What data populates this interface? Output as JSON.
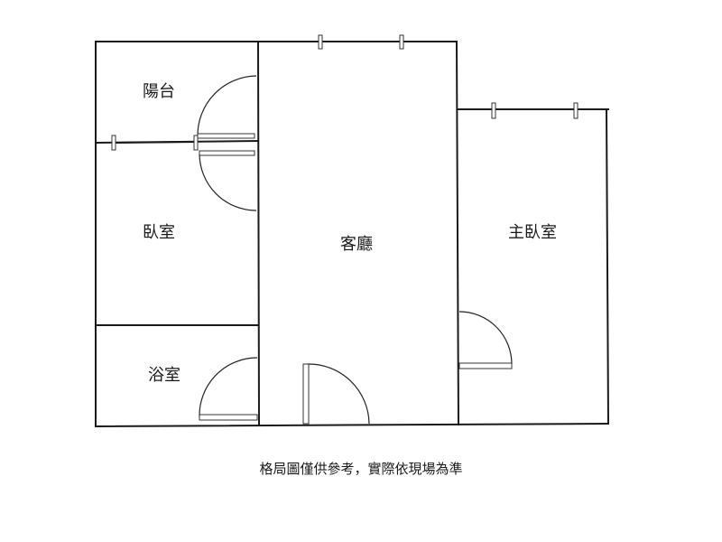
{
  "plan": {
    "rooms": {
      "balcony": "陽台",
      "bedroom": "臥室",
      "bathroom": "浴室",
      "living_room": "客廳",
      "master_bedroom": "主臥室"
    },
    "disclaimer": "格局圖僅供參考，實際依現場為準"
  }
}
